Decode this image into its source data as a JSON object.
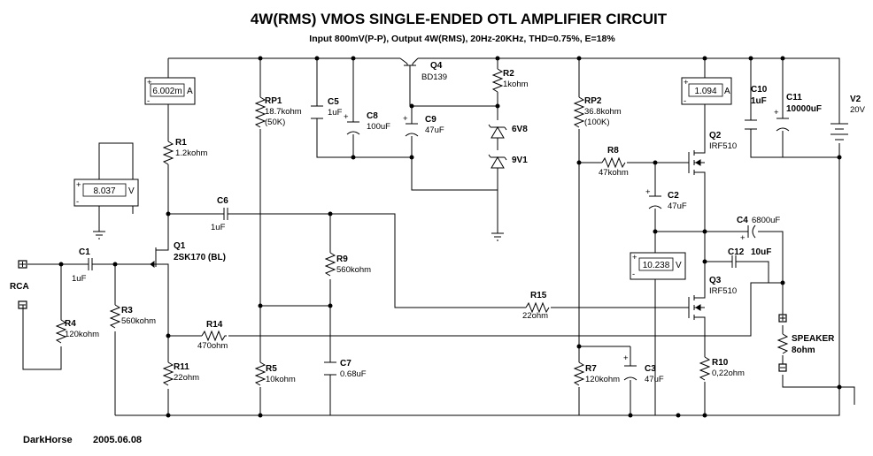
{
  "header": {
    "title": "4W(RMS) VMOS SINGLE-ENDED OTL AMPLIFIER CIRCUIT",
    "subtitle": "Input 800mV(P-P), Output 4W(RMS), 20Hz-20KHz, THD=0.75%, E=18%"
  },
  "footer": {
    "author": "DarkHorse",
    "date": "2005.06.08"
  },
  "meters": {
    "m1": {
      "value": "6.002m",
      "unit": "A"
    },
    "m2": {
      "value": "8.037",
      "unit": "V"
    },
    "m3": {
      "value": "1.094",
      "unit": "A"
    },
    "m4": {
      "value": "10.238",
      "unit": "V"
    }
  },
  "components": {
    "r1": {
      "name": "R1",
      "value": "1.2kohm"
    },
    "r2": {
      "name": "R2",
      "value": "1kohm"
    },
    "r3": {
      "name": "R3",
      "value": "560kohm"
    },
    "r4": {
      "name": "R4",
      "value": "120kohm"
    },
    "r5": {
      "name": "R5",
      "value": "10kohm"
    },
    "r7": {
      "name": "R7",
      "value": "120kohm"
    },
    "r8": {
      "name": "R8",
      "value": "47kohm"
    },
    "r9": {
      "name": "R9",
      "value": "560kohm"
    },
    "r10": {
      "name": "R10",
      "value": "0,22ohm"
    },
    "r11": {
      "name": "R11",
      "value": "22ohm"
    },
    "r14": {
      "name": "R14",
      "value": "470ohm"
    },
    "r15": {
      "name": "R15",
      "value": "22ohm"
    },
    "rp1": {
      "name": "RP1",
      "value": "18.7kohm",
      "value2": "(50K)"
    },
    "rp2": {
      "name": "RP2",
      "value": "36.8kohm",
      "value2": "(100K)"
    },
    "c1": {
      "name": "C1",
      "value": "1uF"
    },
    "c2": {
      "name": "C2",
      "value": "47uF"
    },
    "c3": {
      "name": "C3",
      "value": "47uF"
    },
    "c4": {
      "name": "C4",
      "value": "6800uF"
    },
    "c5": {
      "name": "C5",
      "value": "1uF"
    },
    "c6": {
      "name": "C6",
      "value": "1uF"
    },
    "c7": {
      "name": "C7",
      "value": "0.68uF"
    },
    "c8": {
      "name": "C8",
      "value": "100uF"
    },
    "c9": {
      "name": "C9",
      "value": "47uF"
    },
    "c10": {
      "name": "C10",
      "value": "1uF"
    },
    "c11": {
      "name": "C11",
      "value": "10000uF"
    },
    "c12": {
      "name": "C12",
      "value": "10uF"
    },
    "q1": {
      "name": "Q1",
      "value": "2SK170 (BL)"
    },
    "q2": {
      "name": "Q2",
      "value": "IRF510"
    },
    "q3": {
      "name": "Q3",
      "value": "IRF510"
    },
    "q4": {
      "name": "Q4",
      "value": "BD139"
    },
    "z1": {
      "value": "6V8"
    },
    "z2": {
      "value": "9V1"
    },
    "v2": {
      "name": "V2",
      "value": "20V"
    },
    "rca": {
      "label": "RCA"
    },
    "speaker": {
      "label": "SPEAKER",
      "value": "8ohm"
    }
  }
}
